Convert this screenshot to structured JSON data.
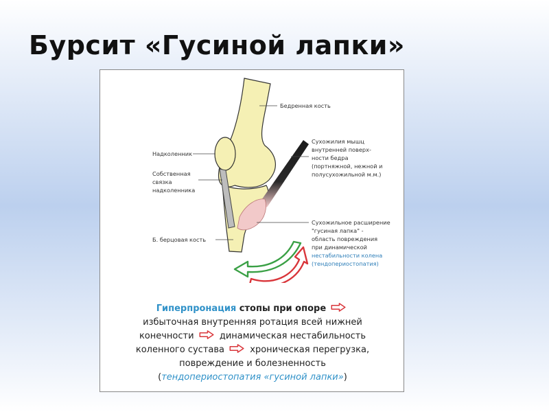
{
  "title": "Бурсит «Гусиной лапки»",
  "labels": {
    "femur": "Бедренная кость",
    "patella": "Надколенник",
    "ligament_1": "Собственная",
    "ligament_2": "связка",
    "ligament_3": "надколенника",
    "tibia": "Б. берцовая кость",
    "tendons_1": "Сухожилия мышц",
    "tendons_2": "внутренней поверх-",
    "tendons_3": "ности бедра",
    "tendons_4": "(портняжной, нежной и",
    "tendons_5": "полусухожильной м.м.)",
    "pes_1": "Сухожильное расширение",
    "pes_2": "\"гусиная лапка\" -",
    "pes_3": "область повреждения",
    "pes_4a": "при ",
    "pes_4b": "динамической",
    "pes_5": "нестабильности колена",
    "pes_6": "(тендопериостопатия)"
  },
  "caption": {
    "l1_highlight": "Гиперпронация",
    "l1_rest": " стопы при опоре",
    "l2": "избыточная внутренняя ротация всей нижней",
    "l3a": "конечности",
    "l3b": "динамическая нестабильность",
    "l4a": "коленного сустава",
    "l4b": "хроническая перегрузка,",
    "l5": "повреждение и болезненность",
    "l6_open": "(",
    "l6_italic": "тендопериостопатия «гусиной лапки»",
    "l6_close": ")"
  },
  "colors": {
    "bone": "#f5f0b4",
    "tendon_dark": "#1a1a1a",
    "pes_pink": "#f2c9c9",
    "arrow_green": "#3aa045",
    "arrow_red": "#d9353a",
    "highlight_blue": "#2f91c8"
  }
}
